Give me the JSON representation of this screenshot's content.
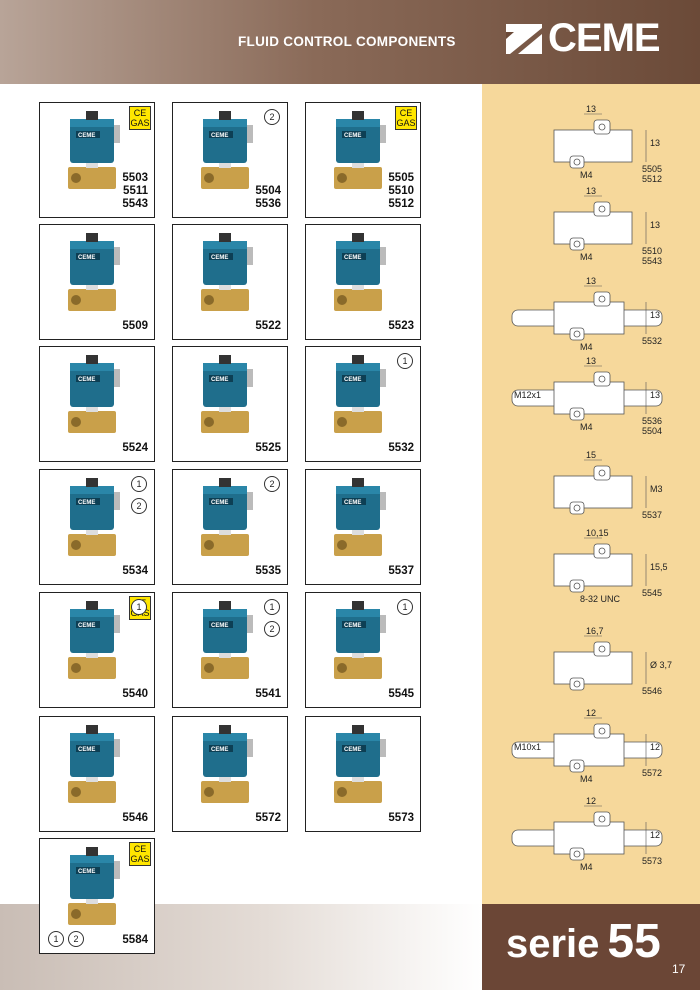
{
  "header": {
    "title": "FLUID CONTROL COMPONENTS",
    "logo_text": "CEME"
  },
  "colors": {
    "header_dark": "#6b4a38",
    "side_panel": "#f6d89b",
    "ce_badge": "#ffe600",
    "coil": "#1f6e8c",
    "brass": "#c9a04a"
  },
  "products": [
    {
      "id": "p1",
      "codes": [
        "5503",
        "5511",
        "5543"
      ],
      "ce": "CE GAS",
      "circles": []
    },
    {
      "id": "p2",
      "codes": [
        "5504",
        "5536"
      ],
      "ce": "",
      "circles": [
        "2"
      ]
    },
    {
      "id": "p3",
      "codes": [
        "5505",
        "5510",
        "5512"
      ],
      "ce": "CE GAS",
      "circles": []
    },
    {
      "id": "p4",
      "codes": [
        "5509"
      ],
      "ce": "",
      "circles": []
    },
    {
      "id": "p5",
      "codes": [
        "5522"
      ],
      "ce": "",
      "circles": []
    },
    {
      "id": "p6",
      "codes": [
        "5523"
      ],
      "ce": "",
      "circles": []
    },
    {
      "id": "p7",
      "codes": [
        "5524"
      ],
      "ce": "",
      "circles": []
    },
    {
      "id": "p8",
      "codes": [
        "5525"
      ],
      "ce": "",
      "circles": []
    },
    {
      "id": "p9",
      "codes": [
        "5532"
      ],
      "ce": "",
      "circles": [
        "1"
      ]
    },
    {
      "id": "p10",
      "codes": [
        "5534"
      ],
      "ce": "",
      "circles": [
        "1",
        "2"
      ]
    },
    {
      "id": "p11",
      "codes": [
        "5535"
      ],
      "ce": "",
      "circles": [
        "2"
      ]
    },
    {
      "id": "p12",
      "codes": [
        "5537"
      ],
      "ce": "",
      "circles": []
    },
    {
      "id": "p13",
      "codes": [
        "5540"
      ],
      "ce": "CE GAS",
      "circles": [
        "1"
      ]
    },
    {
      "id": "p14",
      "codes": [
        "5541"
      ],
      "ce": "",
      "circles": [
        "1",
        "2"
      ]
    },
    {
      "id": "p15",
      "codes": [
        "5545"
      ],
      "ce": "",
      "circles": [
        "1"
      ]
    },
    {
      "id": "p16",
      "codes": [
        "5546"
      ],
      "ce": "",
      "circles": []
    },
    {
      "id": "p17",
      "codes": [
        "5572"
      ],
      "ce": "",
      "circles": []
    },
    {
      "id": "p18",
      "codes": [
        "5573"
      ],
      "ce": "",
      "circles": []
    },
    {
      "id": "p19",
      "codes": [
        "5584"
      ],
      "ce": "CE GAS",
      "circles": [
        "1",
        "2"
      ]
    }
  ],
  "drawings": [
    {
      "id": "d1",
      "codes": [
        "5505",
        "5512"
      ],
      "dims": [
        "13",
        "13",
        "M4"
      ]
    },
    {
      "id": "d2",
      "codes": [
        "5510",
        "5543"
      ],
      "dims": [
        "13",
        "13",
        "M4"
      ]
    },
    {
      "id": "d3",
      "codes": [
        "5532"
      ],
      "dims": [
        "13",
        "13",
        "M4"
      ]
    },
    {
      "id": "d4",
      "codes": [
        "5536",
        "5504"
      ],
      "dims": [
        "13",
        "13",
        "M4",
        "M12x1"
      ]
    },
    {
      "id": "d5",
      "codes": [
        "5537"
      ],
      "dims": [
        "15",
        "M3"
      ]
    },
    {
      "id": "d6",
      "codes": [
        "5545"
      ],
      "dims": [
        "10,15",
        "15,5",
        "8-32 UNC"
      ]
    },
    {
      "id": "d7",
      "codes": [
        "5546"
      ],
      "dims": [
        "16,7",
        "Ø 3,7"
      ]
    },
    {
      "id": "d8",
      "codes": [
        "5572"
      ],
      "dims": [
        "12",
        "12",
        "M4",
        "M10x1"
      ]
    },
    {
      "id": "d9",
      "codes": [
        "5573"
      ],
      "dims": [
        "12",
        "12",
        "M4"
      ]
    }
  ],
  "footer": {
    "serie_word": "serie",
    "serie_number": "55",
    "page_number": "17"
  }
}
